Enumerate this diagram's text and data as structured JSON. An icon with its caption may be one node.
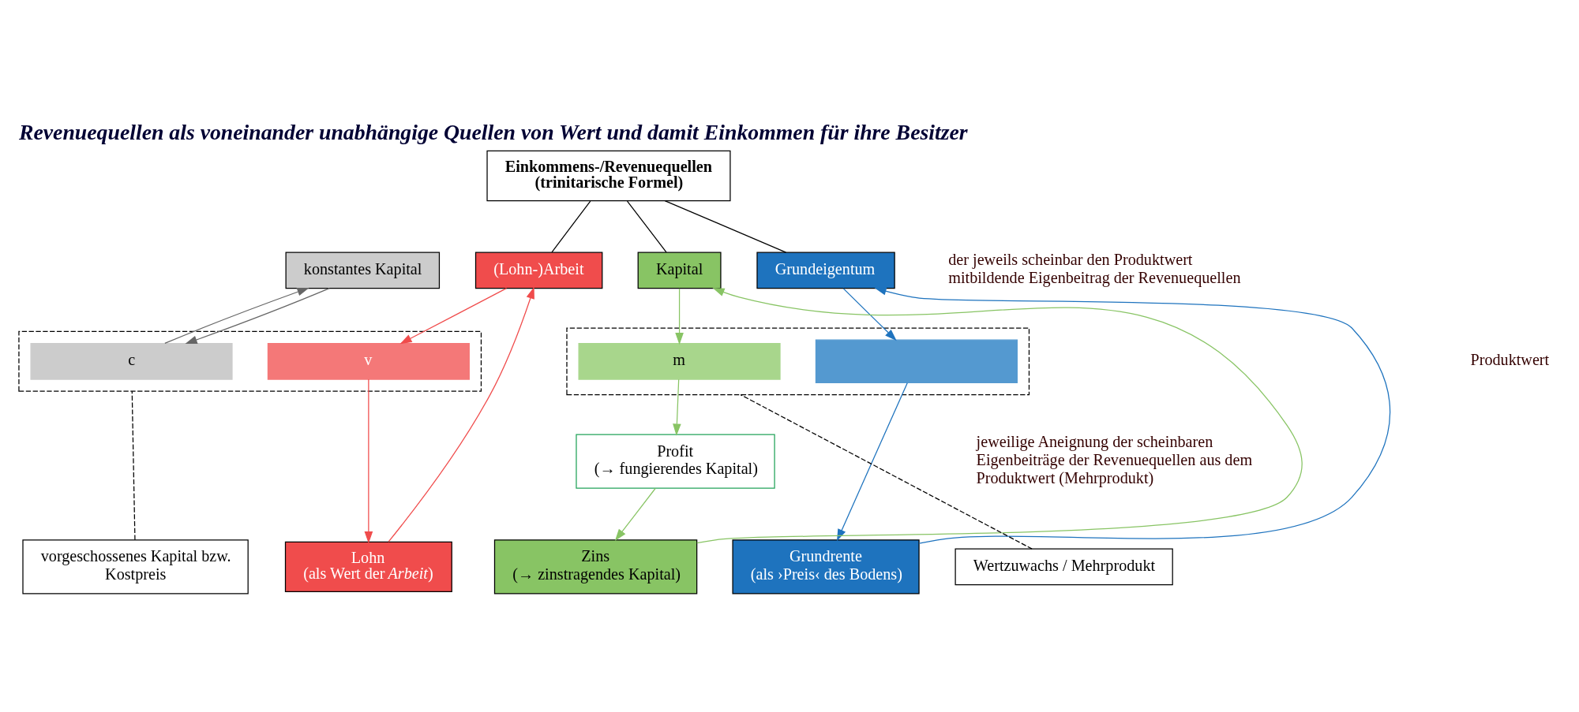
{
  "diagram": {
    "title": "Revenuequellen als voneinander unabhängige Quellen von Wert und damit Einkommen für ihre Besitzer",
    "nodes": [
      {
        "text": [
          "Einkommens-/Revenuequellen (trinitarische Formel)"
        ]
      },
      {
        "text": [
          "konstantes Kapital"
        ]
      },
      {
        "text": [
          "(Lohn-)Arbeit"
        ]
      },
      {
        "text": [
          "Kapital"
        ]
      },
      {
        "text": [
          "Grundeigentum"
        ]
      },
      {
        "text": [],
        "shape": "box"
      },
      {
        "text": [],
        "shape": "box"
      },
      {
        "text": [
          "c"
        ],
        "in": 5
      },
      {
        "text": [
          "v"
        ],
        "in": 5
      },
      {
        "text": [
          "m"
        ],
        "in": 6
      },
      {
        "text": [],
        "shape": "bar",
        "in": 6
      },
      {
        "text": [
          "Profit",
          "(→ fungierendes Kapital)"
        ]
      },
      {
        "text": [
          "Lohn",
          "(als Wert der *Arbeit*)"
        ]
      },
      {
        "text": [
          "Zins",
          "(→ zinstragendes Kapital)"
        ]
      },
      {
        "text": [
          "Grundrente",
          "(als ›Preis‹ des Bodens)"
        ]
      },
      {
        "text": [
          "vorgeschossenes Kapital bzw. Kostpreis"
        ]
      },
      {
        "text": [
          "Wertzuwachs / Mehrprodukt"
        ]
      }
    ],
    "edges": [
      {
        "from": 0,
        "to": 2,
        "arrow": "none",
        "color": "#000000"
      },
      {
        "from": 0,
        "to": 3,
        "arrow": "none",
        "color": "#000000"
      },
      {
        "from": 0,
        "to": 4,
        "arrow": "none",
        "color": "#000000"
      },
      {
        "from": 1,
        "to": 7,
        "arrow": "to",
        "color": "#666666"
      },
      {
        "from": 2,
        "to": 8,
        "arrow": "to",
        "color": "#f04c4c"
      },
      {
        "from": 3,
        "to": 9,
        "arrow": "to",
        "color": "#88c464"
      },
      {
        "from": 4,
        "to": 10,
        "arrow": "to",
        "color": "#1e73be"
      },
      {
        "from": 7,
        "to": 1,
        "arrow": "to",
        "color": "#666666"
      },
      {
        "from": 8,
        "to": 12,
        "arrow": "to",
        "color": "#f04c4c"
      },
      {
        "from": 12,
        "to": 2,
        "arrow": "to",
        "color": "#f04c4c"
      },
      {
        "from": 9,
        "to": 11,
        "arrow": "to",
        "color": "#88c464"
      },
      {
        "from": 11,
        "to": 13,
        "arrow": "to",
        "color": "#88c464"
      },
      {
        "from": 13,
        "to": 3,
        "arrow": "to",
        "color": "#88c464"
      },
      {
        "from": 10,
        "to": 14,
        "arrow": "to",
        "color": "#1e73be"
      },
      {
        "from": 14,
        "to": 4,
        "arrow": "to",
        "color": "#1e73be"
      },
      {
        "from": 15,
        "to": 5,
        "arrow": "none",
        "style": "dashed",
        "color": "#000000"
      },
      {
        "from": 16,
        "to": 6,
        "arrow": "none",
        "style": "dashed",
        "color": "#000000"
      }
    ],
    "labels": [
      "Produktwert",
      "der jeweils scheinbar den Produktwert mitbildende Eigenbeitrag der Revenuequellen",
      "jeweilige Aneignung der scheinbaren Eigenbeiträge der Revenuequellen aus dem Produktwert (Mehrprodukt)"
    ]
  }
}
